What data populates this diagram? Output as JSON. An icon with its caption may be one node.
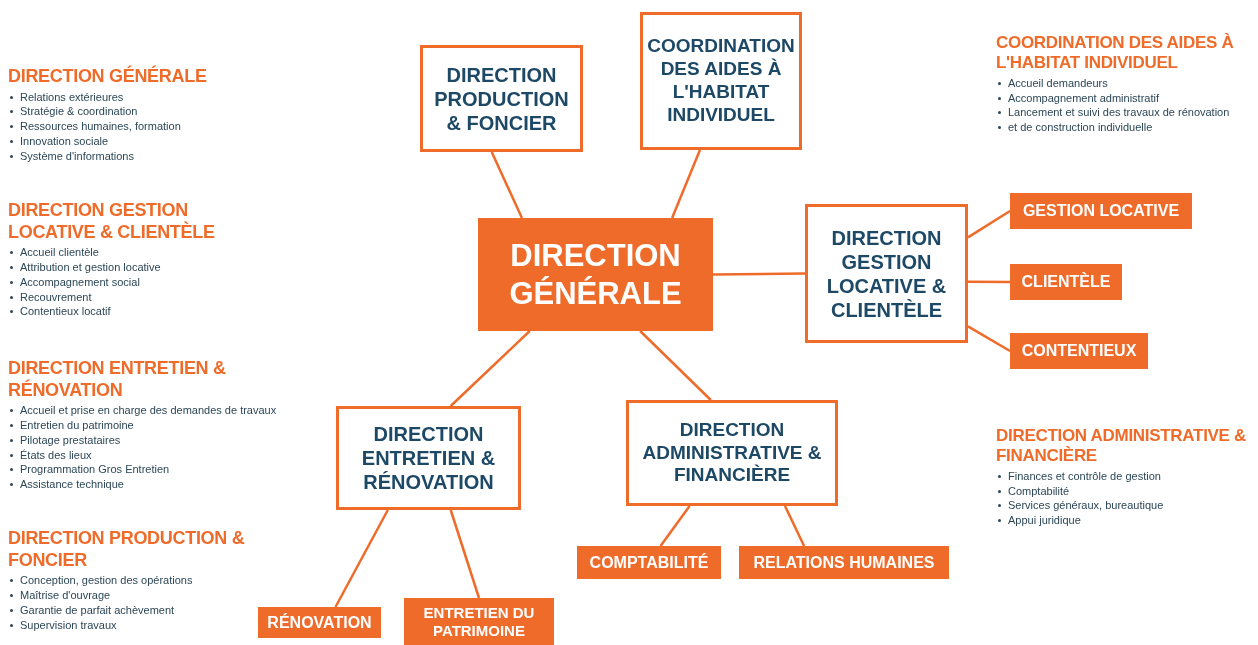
{
  "diagram": {
    "nodes": [
      {
        "text": [
          "DIRECTION GÉNÉRALE"
        ]
      },
      {
        "text": [
          "DIRECTION PRODUCTION & FONCIER"
        ]
      },
      {
        "text": [
          "COORDINATION DES AIDES À L'HABITAT INDIVIDUEL"
        ]
      },
      {
        "text": [
          "DIRECTION GESTION LOCATIVE & CLIENTÈLE"
        ]
      },
      {
        "text": [
          "GESTION LOCATIVE"
        ]
      },
      {
        "text": [
          "CLIENTÈLE"
        ]
      },
      {
        "text": [
          "CONTENTIEUX"
        ]
      },
      {
        "text": [
          "DIRECTION ENTRETIEN & RÉNOVATION"
        ]
      },
      {
        "text": [
          "DIRECTION ADMINISTRATIVE & FINANCIÈRE"
        ]
      },
      {
        "text": [
          "RÉNOVATION"
        ]
      },
      {
        "text": [
          "ENTRETIEN DU PATRIMOINE"
        ]
      },
      {
        "text": [
          "COMPTABILITÉ"
        ]
      },
      {
        "text": [
          "RELATIONS HUMAINES"
        ]
      }
    ],
    "edges": [
      {
        "from": 0,
        "to": 1,
        "arrow": "none"
      },
      {
        "from": 0,
        "to": 2,
        "arrow": "none"
      },
      {
        "from": 0,
        "to": 3,
        "arrow": "none"
      },
      {
        "from": 0,
        "to": 7,
        "arrow": "none"
      },
      {
        "from": 0,
        "to": 8,
        "arrow": "none"
      },
      {
        "from": 3,
        "to": 4,
        "arrow": "none"
      },
      {
        "from": 3,
        "to": 5,
        "arrow": "none"
      },
      {
        "from": 3,
        "to": 6,
        "arrow": "none"
      },
      {
        "from": 7,
        "to": 9,
        "arrow": "none"
      },
      {
        "from": 7,
        "to": 10,
        "arrow": "none"
      },
      {
        "from": 8,
        "to": 11,
        "arrow": "none"
      },
      {
        "from": 8,
        "to": 12,
        "arrow": "none"
      }
    ],
    "labels": [
      "DIRECTION GÉNÉRALE",
      "Relations extérieures",
      "Stratégie & coordination",
      "Ressources humaines, formation",
      "Innovation sociale",
      "Système d'informations",
      "DIRECTION GESTION LOCATIVE & CLIENTÈLE",
      "Accueil clientèle",
      "Attribution et gestion locative",
      "Accompagnement social",
      "Recouvrement",
      "Contentieux locatif",
      "DIRECTION ENTRETIEN & RÉNOVATION",
      "Accueil et prise en charge des demandes de travaux",
      "Entretien du patrimoine",
      "Pilotage prestataires",
      "États des lieux",
      "Programmation Gros Entretien",
      "Assistance technique",
      "DIRECTION PRODUCTION & FONCIER",
      "Conception, gestion des opérations",
      "Maîtrise d'ouvrage",
      "Garantie de parfait achèvement",
      "Supervision travaux",
      "COORDINATION DES AIDES À L'HABITAT INDIVIDUEL",
      "Accueil demandeurs",
      "Accompagnement administratif",
      "Lancement et suivi des travaux de rénovation",
      "et de construction individuelle",
      "DIRECTION ADMINISTRATIVE & FINANCIÈRE",
      "Finances et contrôle de gestion",
      "Comptabilité",
      "Services généraux, bureautique",
      "Appui juridique"
    ]
  }
}
